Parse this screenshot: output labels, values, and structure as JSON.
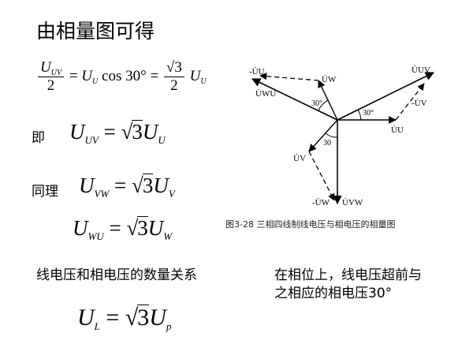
{
  "title": "由相量图可得",
  "eq1": {
    "lhs_num": "U",
    "lhs_num_sub": "UV",
    "lhs_den": "2",
    "eq": "=",
    "mid_var": "U",
    "mid_sub": "U",
    "mid_func": "cos 30°",
    "eq2": "=",
    "rhs_num": "√3",
    "rhs_den": "2",
    "rhs_var": "U",
    "rhs_sub": "U"
  },
  "ji_label": "即",
  "eq_uv": {
    "var": "U",
    "sub": "UV",
    "eq": "=",
    "sqrt": "√",
    "rad": "3",
    "rvar": "U",
    "rsub": "U"
  },
  "tongli_label": "同理",
  "eq_vw": {
    "var": "U",
    "sub": "VW",
    "eq": "=",
    "sqrt": "√",
    "rad": "3",
    "rvar": "U",
    "rsub": "V"
  },
  "eq_wu": {
    "var": "U",
    "sub": "WU",
    "eq": "=",
    "sqrt": "√",
    "rad": "3",
    "rvar": "U",
    "rsub": "W"
  },
  "relation_text": "线电压和相电压的数量关系",
  "eq_lp": {
    "var": "U",
    "sub": "L",
    "eq": "=",
    "sqrt": "√",
    "rad": "3",
    "rvar": "U",
    "rsub": "p"
  },
  "caption": "图3-28  三相四线制线电压与相电压的相量图",
  "note": "在相位上，线电压超前与之相应的相电压30°",
  "diagram": {
    "labels": {
      "neg_uu": "-U̇U",
      "uw": "U̇W",
      "uwu": "U̇WU",
      "angle_30_a": "30°",
      "uuv": "U̇UV",
      "neg_uv": "-U̇V",
      "angle_30_b": "30°",
      "uu": "U̇U",
      "uv": "U̇V",
      "angle_30_c": "30",
      "neg_uw": "-U̇W",
      "uvw": "U̇VW"
    }
  }
}
